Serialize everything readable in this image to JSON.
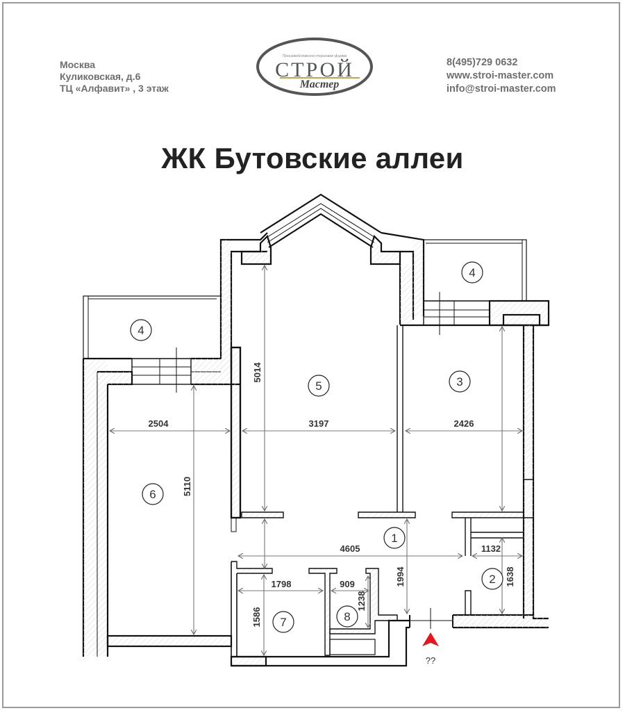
{
  "header": {
    "address": [
      "Москва",
      "Куликовская, д.6",
      "ТЦ «Алфавит» , 3 этаж"
    ],
    "contacts": [
      "8(495)729 0632",
      "www.stroi-master.com",
      "info@stroi-master.com"
    ],
    "logo": {
      "tagline": "Производственно-торговая фирма",
      "word1": "СТРОЙ",
      "word2": "Мастер",
      "accent_color": "#c9a14a"
    }
  },
  "title": "ЖК Бутовские аллеи",
  "plan": {
    "rooms": [
      {
        "id": "1",
        "label": "1"
      },
      {
        "id": "2",
        "label": "2"
      },
      {
        "id": "3",
        "label": "3"
      },
      {
        "id": "4a",
        "label": "4"
      },
      {
        "id": "4b",
        "label": "4"
      },
      {
        "id": "5",
        "label": "5"
      },
      {
        "id": "6",
        "label": "6"
      },
      {
        "id": "7",
        "label": "7"
      },
      {
        "id": "8",
        "label": "8"
      }
    ],
    "dimensions": {
      "room6_width": "2504",
      "room6_length": "5110",
      "room5_width": "3197",
      "room5_length": "5014",
      "room3_width": "2426",
      "hall_length": "4605",
      "hall_depth": "1994",
      "room2_width": "1132",
      "room2_length": "1638",
      "room7_width": "1798",
      "room7_length": "1586",
      "room8_width": "909",
      "room8_length": "1238"
    },
    "entrance_label": "??",
    "entrance_color": "#e8141c"
  }
}
